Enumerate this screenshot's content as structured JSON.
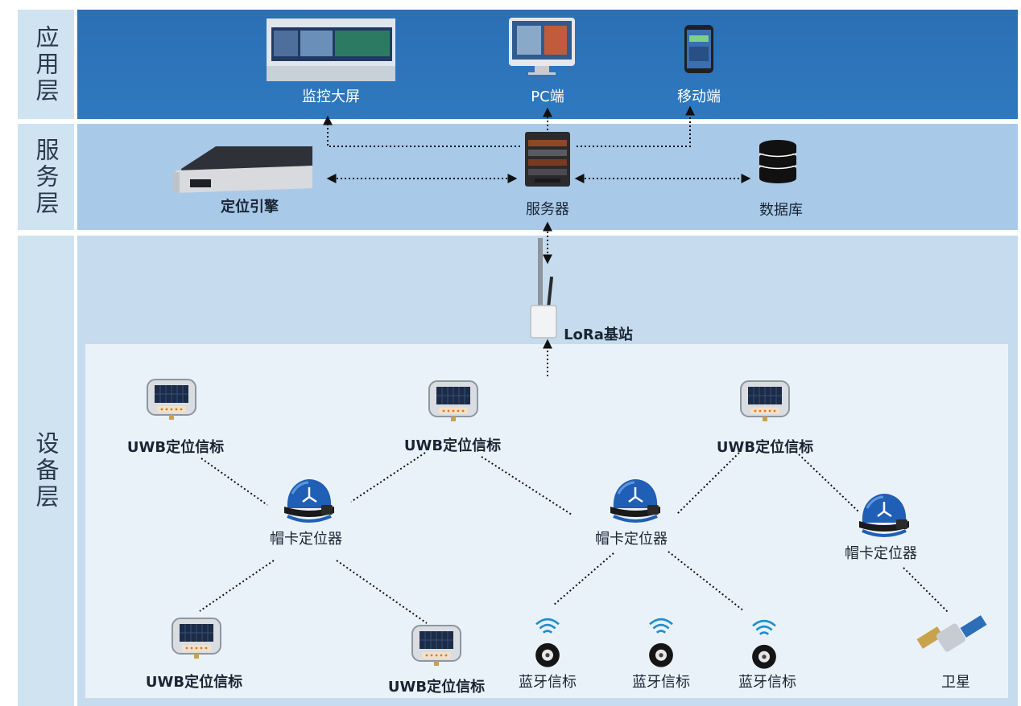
{
  "layers": {
    "app": "应用层",
    "service": "服务层",
    "device": "设备层"
  },
  "app_nodes": {
    "monitor": "监控大屏",
    "pc": "PC端",
    "mobile": "移动端"
  },
  "service_nodes": {
    "engine": "定位引擎",
    "server": "服务器",
    "database": "数据库"
  },
  "device_nodes": {
    "lora": "LoRa基站",
    "uwb_1": "UWB定位信标",
    "uwb_2": "UWB定位信标",
    "uwb_3": "UWB定位信标",
    "uwb_4": "UWB定位信标",
    "uwb_5": "UWB定位信标",
    "helmet_1": "帽卡定位器",
    "helmet_2": "帽卡定位器",
    "helmet_3": "帽卡定位器",
    "bt_1": "蓝牙信标",
    "bt_2": "蓝牙信标",
    "bt_3": "蓝牙信标",
    "satellite": "卫星"
  },
  "colors": {
    "app_band": "#2f75bd",
    "service_band": "#a9c9e8",
    "device_band": "#c6dcee",
    "label_col": "#cfe3f0",
    "helmet": "#1f5fb5"
  }
}
